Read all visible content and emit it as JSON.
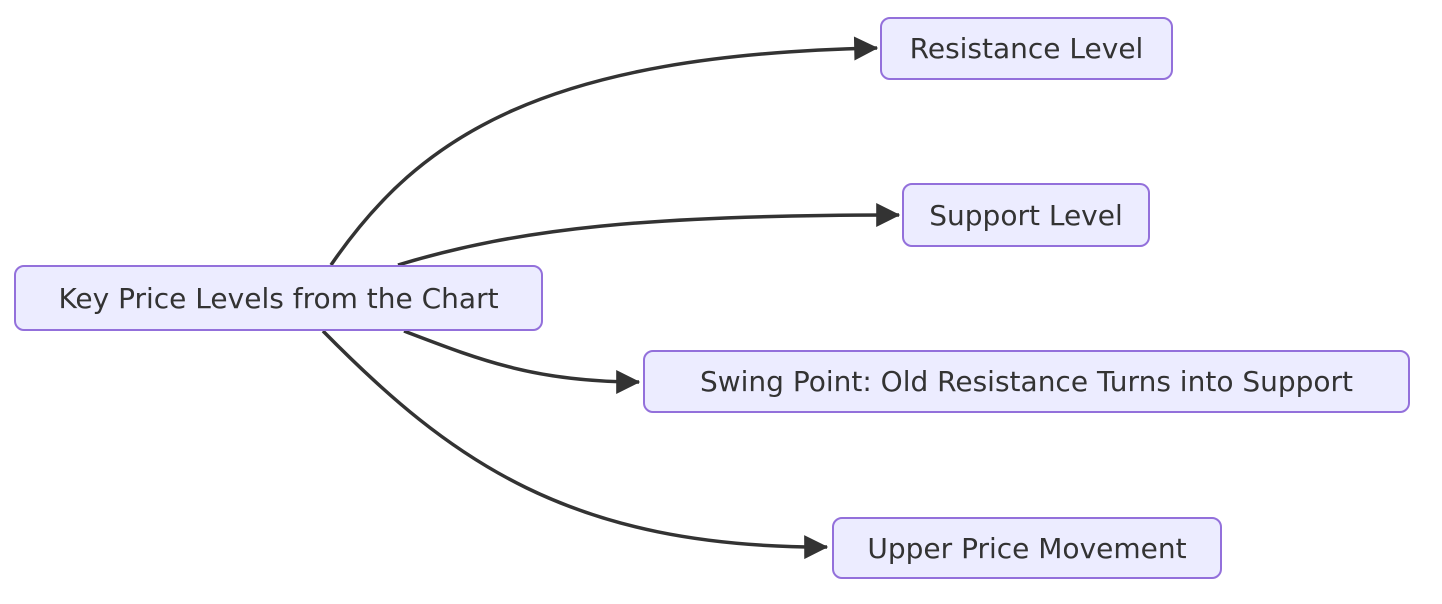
{
  "diagram": {
    "type": "flowchart-left-to-right",
    "colors": {
      "background": "#ffffff",
      "node_fill": "#ECECFF",
      "node_border": "#9370DB",
      "node_text": "#333333",
      "edge_stroke": "#333333"
    },
    "root": {
      "label": "Key Price Levels from the Chart"
    },
    "children": [
      {
        "label": "Resistance Level"
      },
      {
        "label": "Support Level"
      },
      {
        "label": "Swing Point: Old Resistance Turns into Support"
      },
      {
        "label": "Upper Price Movement"
      }
    ],
    "edges": [
      {
        "from": "Key Price Levels from the Chart",
        "to": "Resistance Level"
      },
      {
        "from": "Key Price Levels from the Chart",
        "to": "Support Level"
      },
      {
        "from": "Key Price Levels from the Chart",
        "to": "Swing Point: Old Resistance Turns into Support"
      },
      {
        "from": "Key Price Levels from the Chart",
        "to": "Upper Price Movement"
      }
    ]
  }
}
